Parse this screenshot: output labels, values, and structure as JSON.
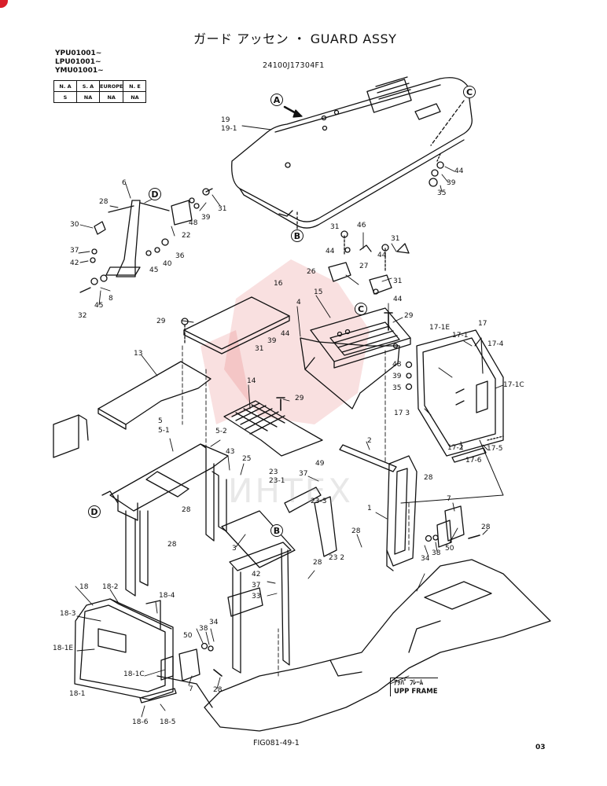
{
  "header": {
    "title_jp": "ガード アッセン",
    "title_sep": "・",
    "title_en": "GUARD ASSY",
    "part_number": "24100J17304F1"
  },
  "serials": [
    "YPU01001~",
    "LPU01001~",
    "YMU01001~"
  ],
  "region_table": {
    "headers": [
      "N. A",
      "S. A",
      "EUROPE",
      "N. E"
    ],
    "values": [
      "S",
      "NA",
      "NA",
      "NA"
    ]
  },
  "watermark": "ИНТЕХ",
  "callouts": [
    "A",
    "B",
    "C",
    "D"
  ],
  "labels": {
    "l19": "19",
    "l19_1": "19-1",
    "l44a": "44",
    "l39a": "39",
    "l35a": "35",
    "l6": "6",
    "l28a": "28",
    "l30": "30",
    "l37a": "37",
    "l42a": "42",
    "l32": "32",
    "l45a": "45",
    "l8": "8",
    "l48a": "48",
    "l39b": "39",
    "l31a": "31",
    "l22": "22",
    "l45b": "45",
    "l40": "40",
    "l36": "36",
    "l31b": "31",
    "l46": "46",
    "l44b": "44",
    "l31c": "31",
    "l44c": "44",
    "l26": "26",
    "l27": "27",
    "l31d": "31",
    "l44d": "44",
    "l16": "16",
    "l4": "4",
    "l15": "15",
    "l29a": "29",
    "l29b": "29",
    "l13": "13",
    "l39c": "39",
    "l44e": "44",
    "l31e": "31",
    "l14": "14",
    "l29c": "29",
    "l48b": "48",
    "l39d": "39",
    "l35b": "35",
    "l17_3": "17  3",
    "l17": "17",
    "l17_1E": "17-1E",
    "l17_1": "17-1",
    "l17_4": "17-4",
    "l17_1C": "17-1C",
    "l17_2": "17-2",
    "l17_6": "17-6",
    "l17_5": "17-5",
    "l5": "5",
    "l5_1": "5-1",
    "l5_2": "5-2",
    "l43": "43",
    "l25": "25",
    "l2": "2",
    "l28b": "28",
    "l49": "49",
    "l37b": "37",
    "l23": "23",
    "l23_1": "23-1",
    "l23_3": "23-3",
    "l23_2": "23  2",
    "l1": "1",
    "l7a": "7",
    "l28c": "28",
    "l28d": "28",
    "l3": "3",
    "l28e": "28",
    "l34a": "34",
    "l38a": "38",
    "l50a": "50",
    "l28f": "28",
    "l42b": "42",
    "l37c": "37",
    "l33": "33",
    "l28g": "28",
    "l18": "18",
    "l18_2": "18-2",
    "l18_3": "18-3",
    "l18_4": "18-4",
    "l18_1E": "18-1E",
    "l18_1C": "18-1C",
    "l18_1": "18-1",
    "l18_6": "18-6",
    "l18_5": "18-5",
    "l50b": "50",
    "l38b": "38",
    "l34b": "34",
    "l7b": "7",
    "l28h": "28"
  },
  "upper_frame": {
    "jp": "ｱｯﾊﾟ ﾌﾚｰﾑ",
    "en": "UPP FRAME"
  },
  "figure_id": "FIG081-49-1",
  "page_number": "03"
}
